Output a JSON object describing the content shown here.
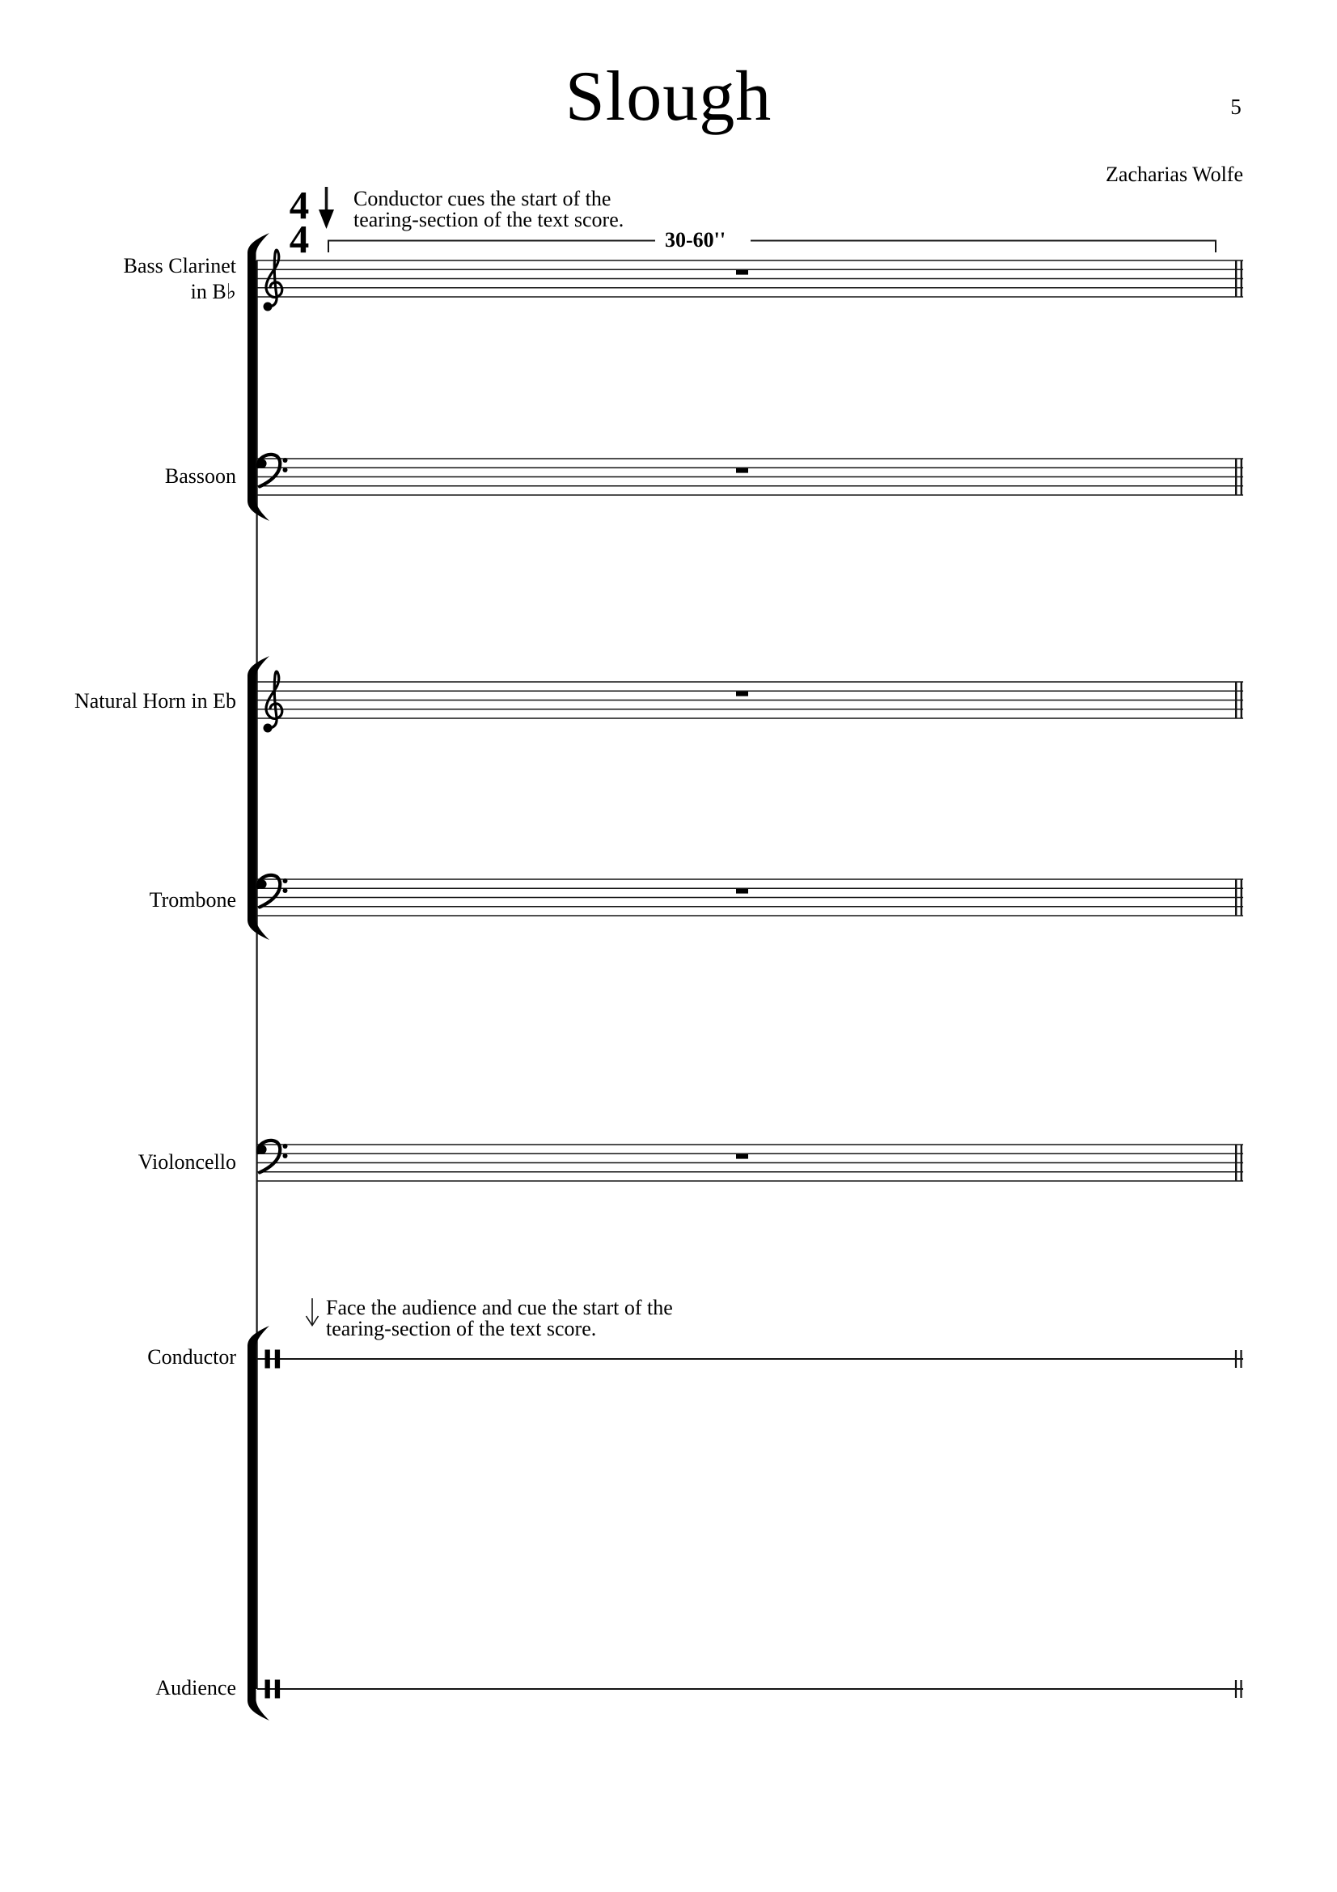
{
  "page": {
    "title": "Slough",
    "page_number": "5",
    "composer": "Zacharias Wolfe"
  },
  "time_signature": {
    "numerator": "4",
    "denominator": "4"
  },
  "annotations": {
    "conductor_cue": {
      "line1": "Conductor cues the start of the",
      "line2": "tearing-section of the text score."
    },
    "duration": "30-60''",
    "audience_cue": {
      "line1": "Face the audience and cue the start of the",
      "line2": "tearing-section of the text score."
    }
  },
  "staves": [
    {
      "label": "Bass Clarinet",
      "label2": "in B♭",
      "clef": "treble",
      "content": "whole-rest"
    },
    {
      "label": "Bassoon",
      "clef": "bass",
      "content": "whole-rest"
    },
    {
      "label": "Natural Horn in Eb",
      "clef": "treble",
      "content": "whole-rest"
    },
    {
      "label": "Trombone",
      "clef": "bass",
      "content": "whole-rest"
    },
    {
      "label": "Violoncello",
      "clef": "bass",
      "content": "whole-rest"
    },
    {
      "label": "Conductor",
      "clef": "none",
      "content": "single-line"
    },
    {
      "label": "Audience",
      "clef": "none",
      "content": "single-line"
    }
  ],
  "icons": {
    "treble_clef": "𝄞",
    "bass_clef": "𝄢",
    "whole_rest": "𝄻",
    "final_barline": "𝄂",
    "down_arrow": "↓"
  }
}
